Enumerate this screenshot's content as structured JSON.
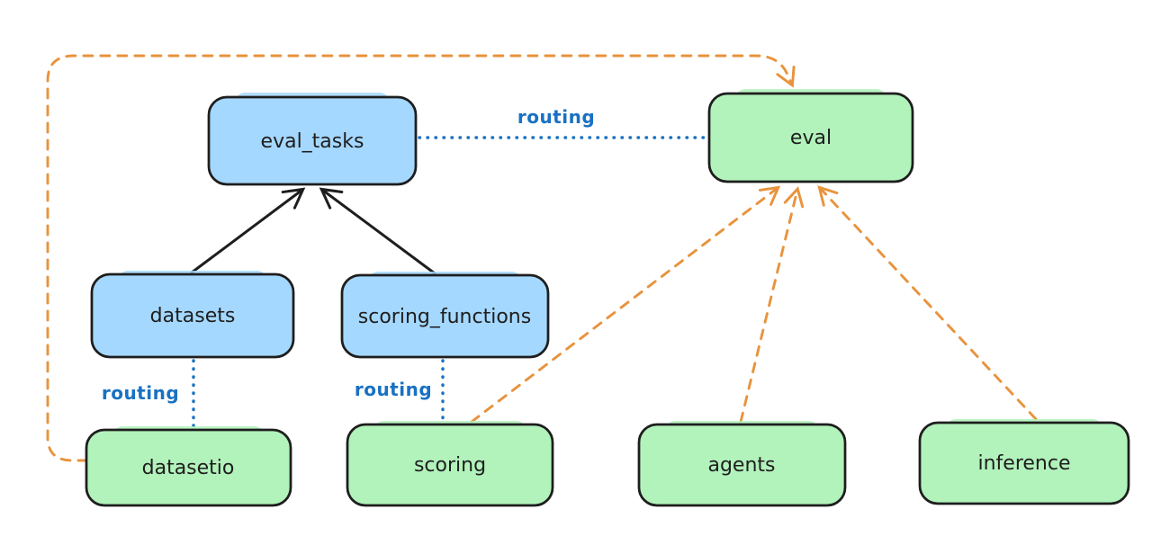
{
  "diagram": {
    "type": "flowchart",
    "style": "excalidraw-hand-drawn",
    "background": "#ffffff",
    "colors": {
      "registry_fill": "#a5d8ff",
      "api_fill": "#b2f2bb",
      "stroke": "#1e1e1e",
      "routing_blue": "#1971c2",
      "provider_orange": "#e8933d"
    },
    "nodes": [
      {
        "id": "eval_tasks",
        "label": "eval_tasks",
        "kind": "registry"
      },
      {
        "id": "eval",
        "label": "eval",
        "kind": "api"
      },
      {
        "id": "datasets",
        "label": "datasets",
        "kind": "registry"
      },
      {
        "id": "scoring_functions",
        "label": "scoring_functions",
        "kind": "registry"
      },
      {
        "id": "datasetio",
        "label": "datasetio",
        "kind": "api"
      },
      {
        "id": "scoring",
        "label": "scoring",
        "kind": "api"
      },
      {
        "id": "agents",
        "label": "agents",
        "kind": "api"
      },
      {
        "id": "inference",
        "label": "inference",
        "kind": "api"
      }
    ],
    "edges": [
      {
        "from": "eval_tasks",
        "to": "eval",
        "label": "routing",
        "style": "dotted-blue"
      },
      {
        "from": "datasets",
        "to": "eval_tasks",
        "label": "",
        "style": "solid-black-arrow"
      },
      {
        "from": "scoring_functions",
        "to": "eval_tasks",
        "label": "",
        "style": "solid-black-arrow"
      },
      {
        "from": "datasets",
        "to": "datasetio",
        "label": "routing",
        "style": "dotted-blue"
      },
      {
        "from": "scoring_functions",
        "to": "scoring",
        "label": "routing",
        "style": "dotted-blue"
      },
      {
        "from": "datasetio",
        "to": "eval",
        "label": "",
        "style": "dashed-orange-arrow"
      },
      {
        "from": "scoring",
        "to": "eval",
        "label": "",
        "style": "dashed-orange-arrow"
      },
      {
        "from": "agents",
        "to": "eval",
        "label": "",
        "style": "dashed-orange-arrow"
      },
      {
        "from": "inference",
        "to": "eval",
        "label": "",
        "style": "dashed-orange-arrow"
      }
    ]
  }
}
